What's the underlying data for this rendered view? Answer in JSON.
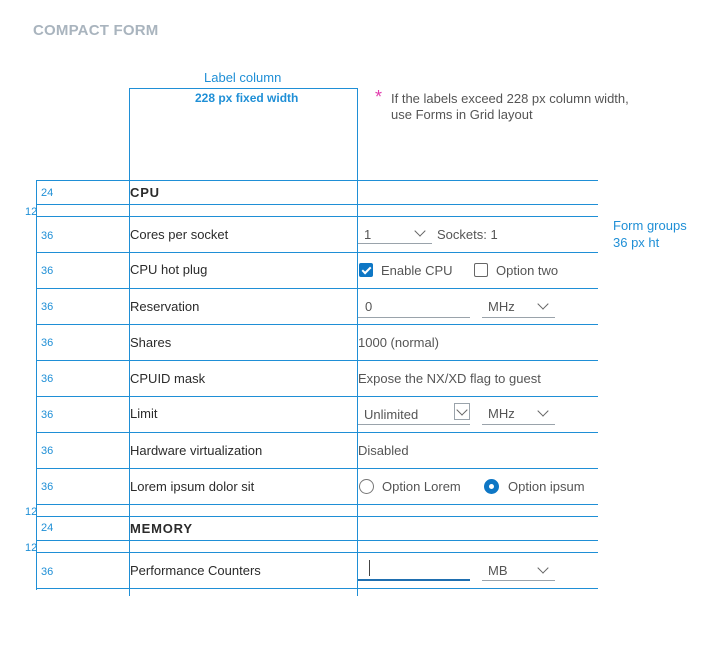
{
  "title": "COMPACT FORM",
  "annotations": {
    "label_column": "Label column",
    "label_width": "228 px fixed width",
    "note_star": "*",
    "note_line1": "If  the labels exceed 228 px column width,",
    "note_line2": "use Forms in Grid layout",
    "form_groups_line1": "Form groups",
    "form_groups_line2": "36 px ht"
  },
  "spacing": {
    "gap1": "12",
    "gap2": "12",
    "gap3": "12"
  },
  "rows": [
    {
      "height": "24",
      "label": "CPU"
    },
    {
      "height": "36",
      "label": "Cores per socket"
    },
    {
      "height": "36",
      "label": "CPU hot plug"
    },
    {
      "height": "36",
      "label": "Reservation"
    },
    {
      "height": "36",
      "label": "Shares"
    },
    {
      "height": "36",
      "label": "CPUID mask"
    },
    {
      "height": "36",
      "label": "Limit"
    },
    {
      "height": "36",
      "label": "Hardware virtualization"
    },
    {
      "height": "36",
      "label": "Lorem ipsum dolor sit"
    },
    {
      "height": "24",
      "label": "MEMORY"
    },
    {
      "height": "36",
      "label": "Performance Counters"
    }
  ],
  "controls": {
    "cores_select": "1",
    "sockets_text": "Sockets: 1",
    "enable_cpu_label": "Enable CPU",
    "option_two_label": "Option two",
    "reservation_value": "0",
    "reservation_unit": "MHz",
    "shares_value": "1000 (normal)",
    "cpuid_value": "Expose the NX/XD flag to guest",
    "limit_value": "Unlimited",
    "limit_unit": "MHz",
    "hardware_value": "Disabled",
    "option_lorem_label": "Option Lorem",
    "option_ipsum_label": "Option ipsum",
    "performance_value": "",
    "performance_unit": "MB"
  },
  "colors": {
    "accent": "#1f8fd6",
    "checked": "#0e77c5",
    "star": "#e23cad"
  }
}
